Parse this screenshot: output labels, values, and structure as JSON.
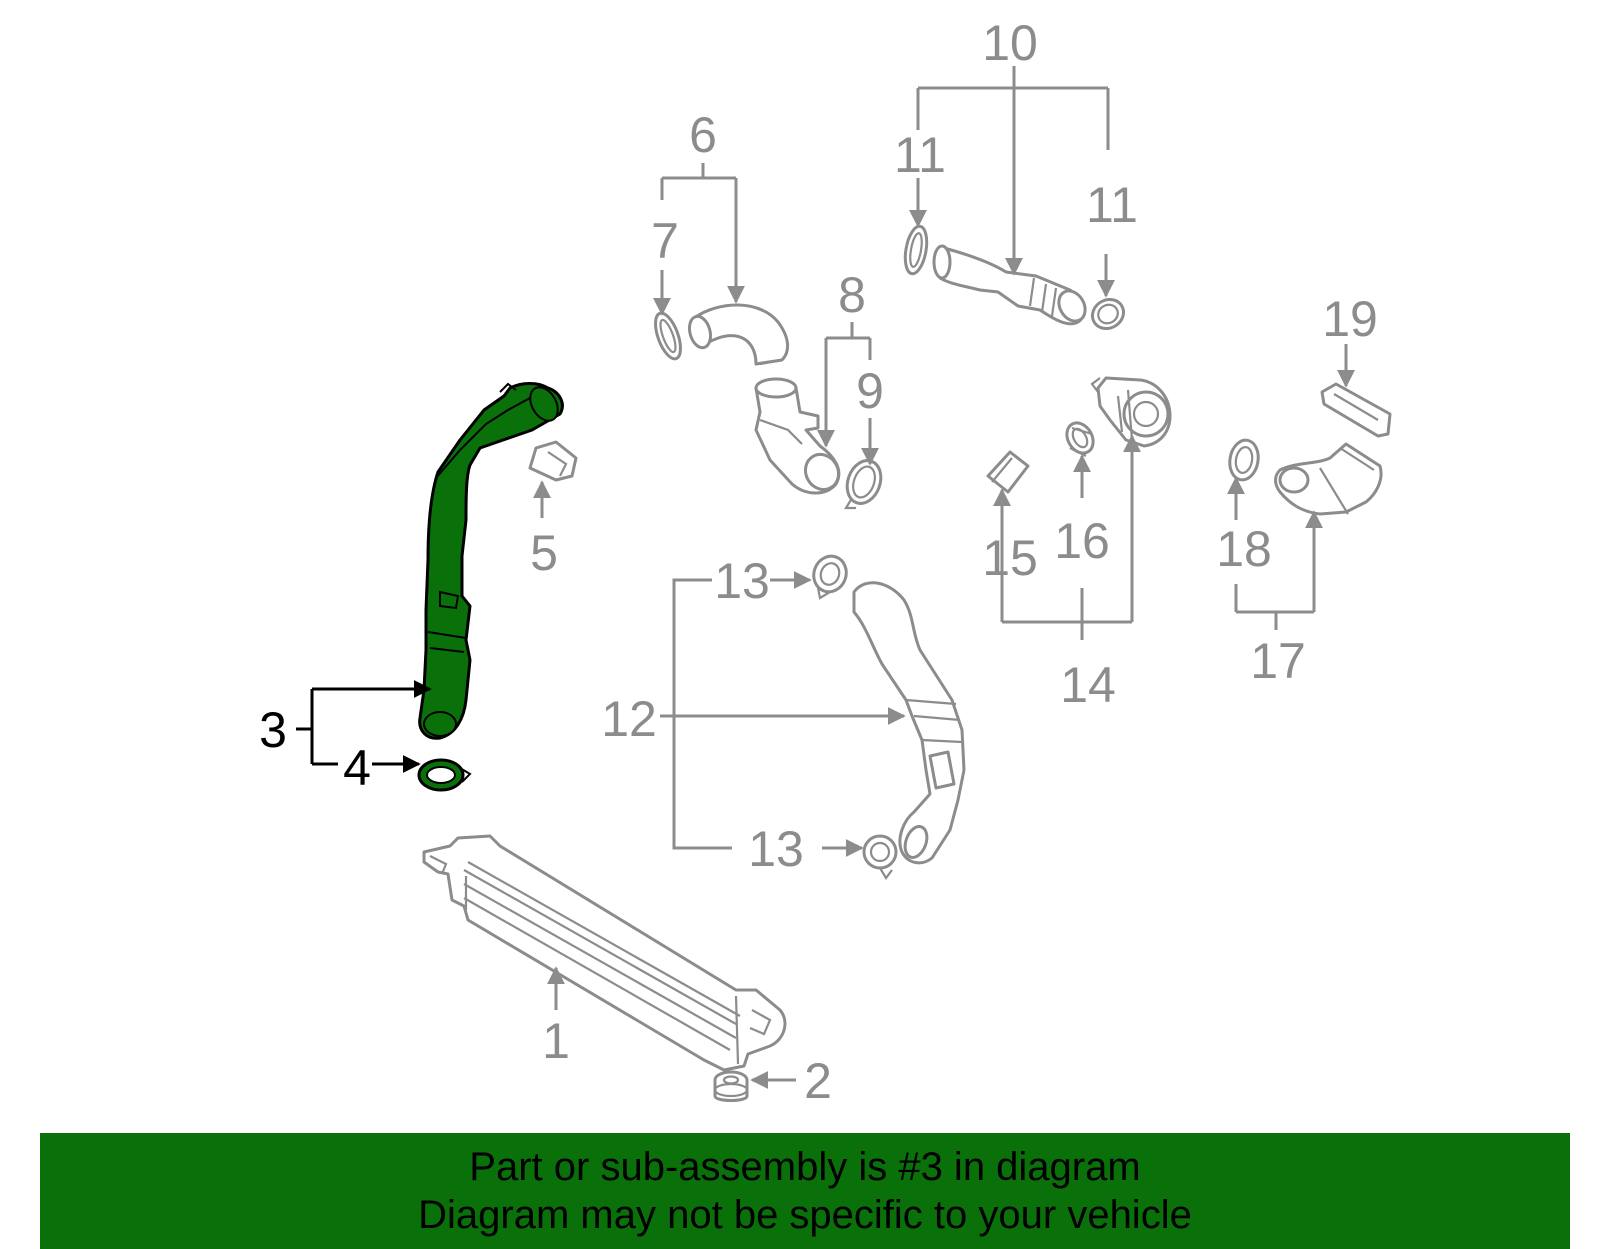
{
  "colors": {
    "line": "#8c8c8c",
    "highlight_fill": "#0a700a",
    "highlight_stroke": "#000000",
    "banner_bg": "#0a700a",
    "banner_text": "#000000"
  },
  "highlighted_part": "3",
  "callouts": {
    "c1": "1",
    "c2": "2",
    "c3": "3",
    "c4": "4",
    "c5": "5",
    "c6": "6",
    "c7": "7",
    "c8": "8",
    "c9": "9",
    "c10": "10",
    "c11a": "11",
    "c11b": "11",
    "c12": "12",
    "c13a": "13",
    "c13b": "13",
    "c14": "14",
    "c15": "15",
    "c16": "16",
    "c17": "17",
    "c18": "18",
    "c19": "19"
  },
  "banner": {
    "line1": "Part or sub-assembly is #3 in diagram",
    "line2": "Diagram may not be specific to your vehicle"
  }
}
